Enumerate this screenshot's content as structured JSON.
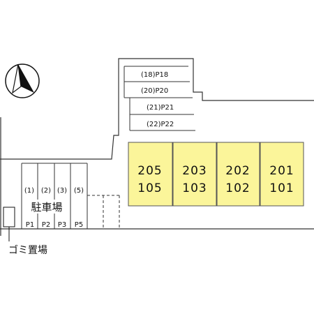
{
  "colors": {
    "background": "#ffffff",
    "outline": "#333333",
    "unit_fill": "#fbf59a",
    "unit_stroke": "#555555"
  },
  "compass": {
    "icon": "north-arrow-icon"
  },
  "units": [
    {
      "top": "205",
      "bottom": "105"
    },
    {
      "top": "203",
      "bottom": "103"
    },
    {
      "top": "202",
      "bottom": "102"
    },
    {
      "top": "201",
      "bottom": "101"
    }
  ],
  "top_parking": [
    "(18)P18",
    "(20)P20",
    "(21)P21",
    "(22)P22"
  ],
  "lot": {
    "title": "駐車場",
    "space_numbers": [
      "(1)",
      "(2)",
      "(3)",
      "(5)"
    ],
    "space_labels": [
      "P1",
      "P2",
      "P3",
      "P5"
    ]
  },
  "trash": {
    "label": "ゴミ置場"
  }
}
